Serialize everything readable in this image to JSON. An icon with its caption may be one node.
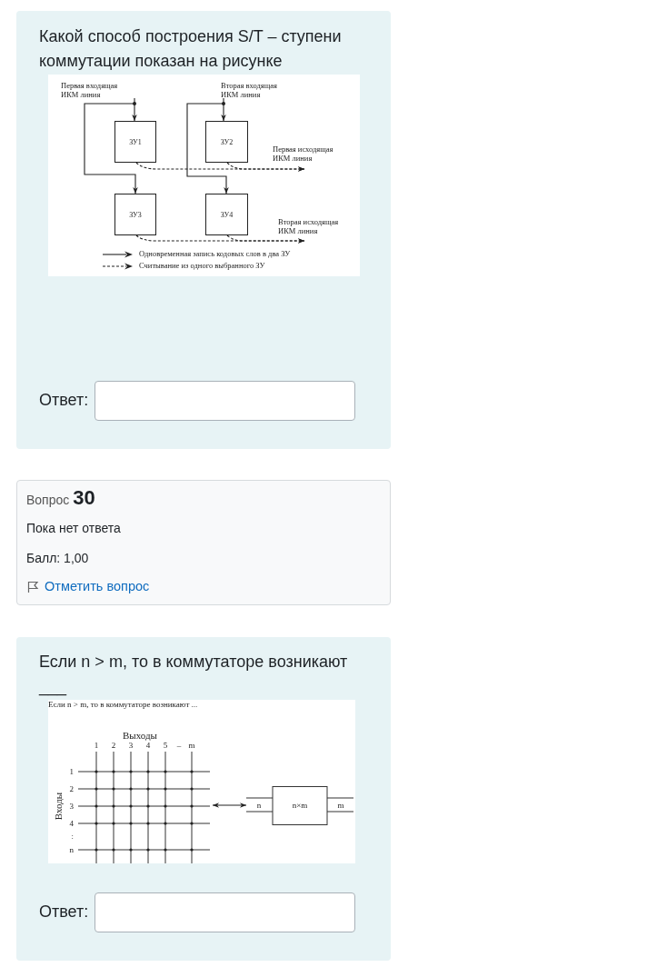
{
  "diagram": {
    "nodes": [
      {
        "text": [
          "Первая входящая ИКМ линия"
        ]
      },
      {
        "text": [
          "Вторая входящая ИКМ линия"
        ]
      },
      {
        "text": [
          "ЗУ1"
        ]
      },
      {
        "text": [
          "ЗУ2"
        ]
      },
      {
        "text": [
          "Первая исходящая ИКМ линия"
        ]
      },
      {
        "text": [
          "ЗУ3"
        ]
      },
      {
        "text": [
          "ЗУ4"
        ]
      },
      {
        "text": [
          "Вторая исходящая ИКМ линия"
        ]
      },
      {
        "text": [],
        "shape": "grid"
      },
      {
        "text": [
          "n×m"
        ],
        "beside": [
          "n",
          "m"
        ]
      }
    ],
    "edges": [
      {
        "from": 0,
        "to": 2,
        "arrow": "to"
      },
      {
        "from": 0,
        "to": 5,
        "arrow": "to"
      },
      {
        "from": 1,
        "to": 3,
        "arrow": "to"
      },
      {
        "from": 1,
        "to": 6,
        "arrow": "to"
      },
      {
        "from": 2,
        "to": 4,
        "arrow": "to",
        "style": "dashed"
      },
      {
        "from": 3,
        "to": 4,
        "arrow": "to",
        "style": "dashed"
      },
      {
        "from": 5,
        "to": 7,
        "arrow": "to",
        "style": "dashed"
      },
      {
        "from": 6,
        "to": 7,
        "arrow": "to",
        "style": "dashed"
      },
      {
        "from": 8,
        "to": 9,
        "arrow": "both"
      }
    ],
    "labels": [
      "Какой способ построения S/T – ступени коммутации показан на рисунке",
      "Ответ:",
      "Вопрос **30**",
      "Пока нет ответа",
      "Балл: 1,00",
      "Отметить вопрос",
      "Если n > m, то в коммутаторе возникают ___",
      "Если n > m, то в коммутаторе возникают ...",
      "Выходы",
      "1",
      "2",
      "3",
      "4",
      "5",
      "–",
      "m",
      "Входы",
      "1",
      "2",
      "3",
      "4",
      ":",
      "n",
      "Ответ:"
    ],
    "legend": [
      {
        "text": "Одновременная запись кодовых слов в два ЗУ"
      },
      {
        "text": "Считывание из одного выбранного ЗУ"
      }
    ]
  }
}
